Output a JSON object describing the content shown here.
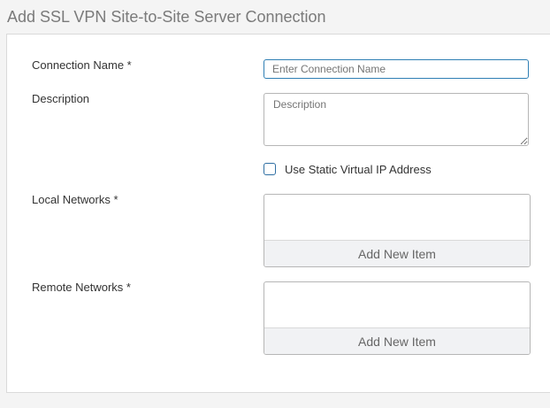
{
  "page_title": "Add SSL VPN Site-to-Site Server Connection",
  "form": {
    "connection_name": {
      "label": "Connection Name *",
      "value": "",
      "placeholder": "Enter Connection Name"
    },
    "description": {
      "label": "Description",
      "value": "",
      "placeholder": "Description"
    },
    "static_ip": {
      "label": "Use Static Virtual IP Address",
      "checked": false
    },
    "local_networks": {
      "label": "Local Networks *",
      "add_label": "Add New Item",
      "items": []
    },
    "remote_networks": {
      "label": "Remote Networks *",
      "add_label": "Add New Item",
      "items": []
    }
  },
  "colors": {
    "focus_border": "#2f7fb4",
    "title_text": "#7a7a7a",
    "panel_background": "#ffffff",
    "page_background": "#f4f4f4"
  }
}
